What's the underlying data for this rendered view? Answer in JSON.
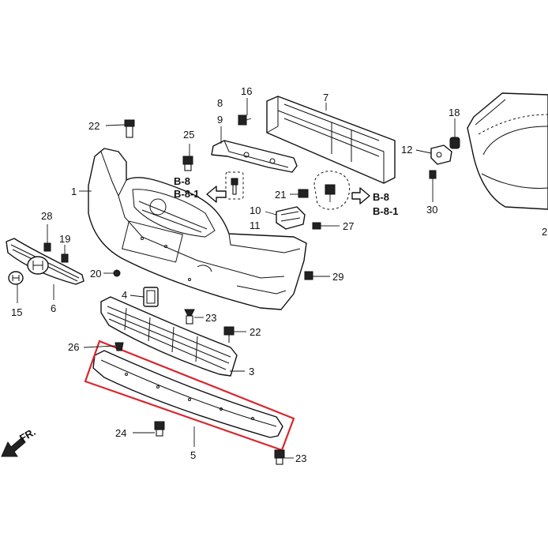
{
  "callouts": {
    "p1": "1",
    "p2": "2",
    "p3": "3",
    "p4": "4",
    "p5": "5",
    "p6": "6",
    "p7": "7",
    "p8": "8",
    "p9": "9",
    "p10": "10",
    "p11": "11",
    "p12": "12",
    "p15": "15",
    "p16": "16",
    "p18": "18",
    "p19": "19",
    "p20": "20",
    "p21": "21",
    "p22a": "22",
    "p22b": "22",
    "p23a": "23",
    "p23b": "23",
    "p24": "24",
    "p25": "25",
    "p26": "26",
    "p27": "27",
    "p28": "28",
    "p29": "29",
    "p30": "30"
  },
  "references": {
    "left_b8": "B-8",
    "left_b81": "B-8-1",
    "right_b8": "B-8",
    "right_b81": "B-8-1"
  },
  "direction_label": "FR.",
  "colors": {
    "highlight": "#d9262c",
    "line": "#111111"
  }
}
